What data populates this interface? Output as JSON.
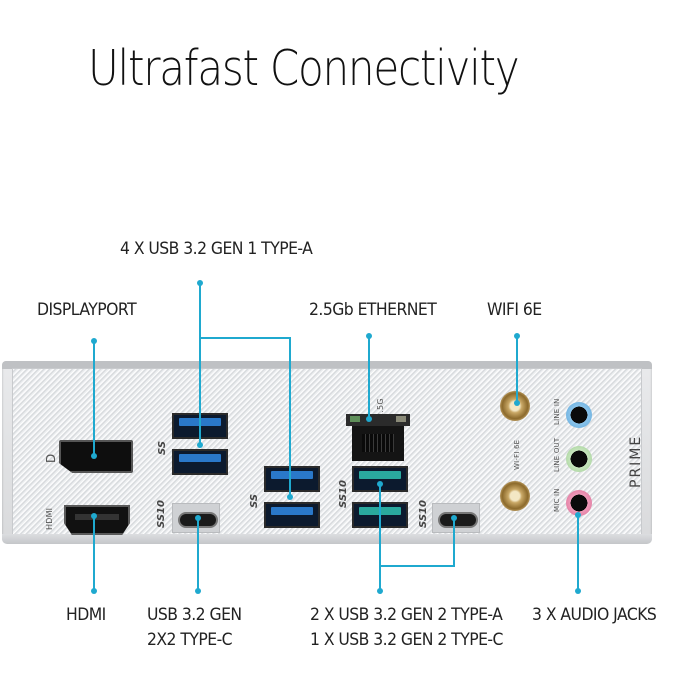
{
  "title": "Ultrafast Connectivity",
  "callout_color": "#1fa9cf",
  "labels": {
    "usb_gen1": "4 X USB 3.2 GEN 1 TYPE-A",
    "displayport": "DISPLAYPORT",
    "ethernet": "2.5Gb ETHERNET",
    "wifi": "WIFI 6E",
    "hdmi": "HDMI",
    "usb_gen2x2_line1": "USB 3.2 GEN",
    "usb_gen2x2_line2": "2X2 TYPE-C",
    "usb_gen2_line1": "2 X USB 3.2 GEN 2 TYPE-A",
    "usb_gen2_line2": "1 X USB 3.2 GEN 2 TYPE-C",
    "audio": "3 X AUDIO JACKS"
  },
  "panel_print": {
    "dp_logo": "D",
    "hdmi": "HDMI",
    "ss": "SS",
    "ss10": "SS10",
    "eth_speed": "2.5G",
    "wifi": "WI-FI 6E",
    "line_in": "LINE IN",
    "line_out": "LINE OUT",
    "mic_in": "MIC IN",
    "brand": "PRIME"
  }
}
